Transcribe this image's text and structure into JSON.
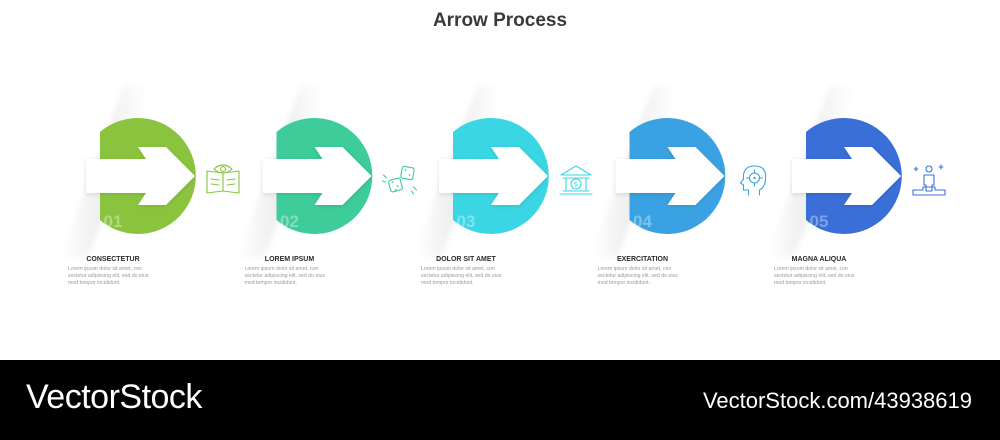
{
  "title": "Arrow Process",
  "steps": [
    {
      "number": "01",
      "title": "CONSECTETUR",
      "desc": [
        "Lorem ipsum dolor sit amet, con",
        "sectetur adipiscing elit, sed do eius",
        "mod tempor incididunt."
      ],
      "color": "#8ac43f",
      "icon": "book-eye-icon"
    },
    {
      "number": "02",
      "title": "LOREM IPSUM",
      "desc": [
        "Lorem ipsum dolor sit amet, con",
        "sectetur adipiscing elit, sed do eius",
        "mod tempor incididunt."
      ],
      "color": "#3dcc9a",
      "icon": "dice-icon"
    },
    {
      "number": "03",
      "title": "DOLOR SIT AMET",
      "desc": [
        "Lorem ipsum dolor sit amet, con",
        "sectetur adipiscing elit, sed do eius",
        "mod tempor incididunt."
      ],
      "color": "#3ad6e4",
      "icon": "bank-icon"
    },
    {
      "number": "04",
      "title": "EXERCITATION",
      "desc": [
        "Lorem ipsum dolor sit amet, con",
        "sectetur adipiscing elit, sed do eius",
        "mod tempor incididunt."
      ],
      "color": "#3aa2e2",
      "icon": "head-target-icon"
    },
    {
      "number": "05",
      "title": "MAGNA ALIQUA",
      "desc": [
        "Lorem ipsum dolor sit amet, con",
        "sectetur adipiscing elit, sed do eius",
        "mod tempor incididunt."
      ],
      "color": "#3a6fd8",
      "icon": "award-podium-icon"
    }
  ],
  "footer": {
    "brand": "VectorStock",
    "id": "VectorStock.com/43938619"
  }
}
